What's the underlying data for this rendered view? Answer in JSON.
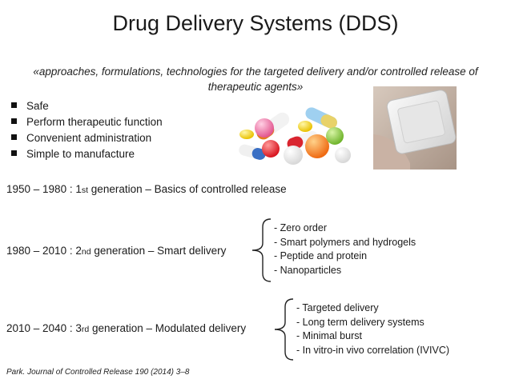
{
  "title": "Drug Delivery Systems (DDS)",
  "definition": "«approaches, formulations, technologies for the targeted delivery and/or controlled release of therapeutic agents»",
  "bullets": [
    "Safe",
    "Perform therapeutic function",
    "Convenient administration",
    "Simple to manufacture"
  ],
  "generations": [
    {
      "range": "1950 – 1980 :",
      "ordinal": "1",
      "suffix": "st",
      "description": "generation – Basics of controlled release",
      "details": []
    },
    {
      "range": "1980 – 2010 :",
      "ordinal": "2",
      "suffix": "nd",
      "description": "generation – Smart delivery",
      "details": [
        "- Zero order",
        "- Smart polymers and hydrogels",
        "- Peptide and protein",
        "- Nanoparticles"
      ]
    },
    {
      "range": "2010 – 2040 :",
      "ordinal": "3",
      "suffix": "rd",
      "description": "generation – Modulated delivery",
      "details": [
        "- Targeted delivery",
        "- Long term delivery systems",
        "- Minimal burst",
        "- In vitro-in vivo correlation (IVIVC)"
      ]
    }
  ],
  "citation": "Park. Journal of Controlled Release 190 (2014) 3–8"
}
